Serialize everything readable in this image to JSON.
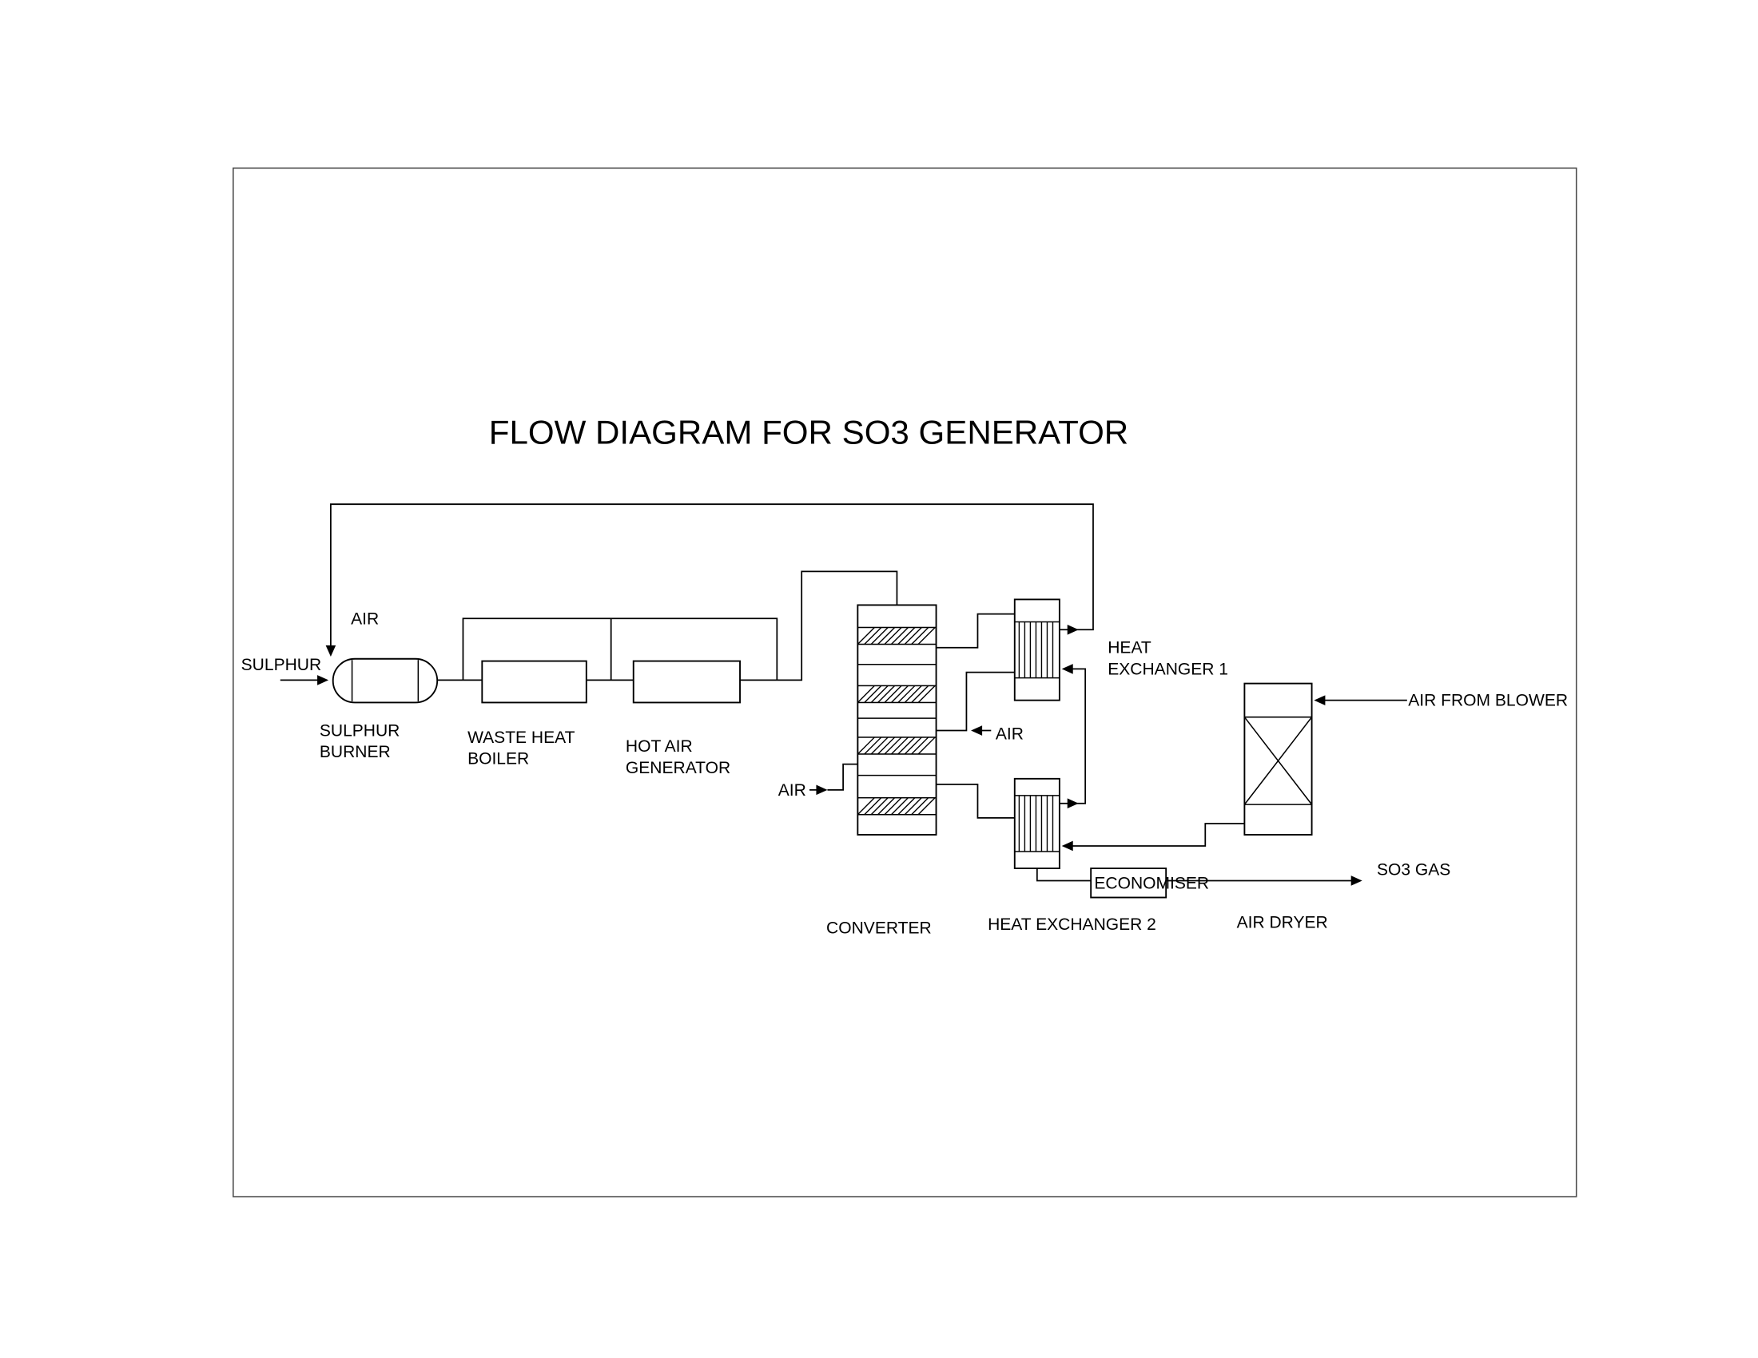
{
  "title": "FLOW DIAGRAM FOR SO3 GENERATOR",
  "labels": {
    "air_top": "AIR",
    "sulphur_feed": "SULPHUR",
    "burner_1": "SULPHUR",
    "burner_2": "BURNER",
    "whb_1": "WASTE HEAT",
    "whb_2": "BOILER",
    "hag_1": "HOT AIR",
    "hag_2": "GENERATOR",
    "he1_1": "HEAT",
    "he1_2": "EXCHANGER 1",
    "air_quench_right": "AIR",
    "air_quench_left": "AIR",
    "air_from_blower": "AIR FROM BLOWER",
    "so3_gas": "SO3 GAS",
    "economiser": "ECONOMISER",
    "converter": "CONVERTER",
    "he2": "HEAT EXCHANGER 2",
    "air_dryer": "AIR DRYER"
  },
  "colors": {
    "line": "#000000",
    "background": "#ffffff",
    "page_border": "#4a4a4a"
  }
}
